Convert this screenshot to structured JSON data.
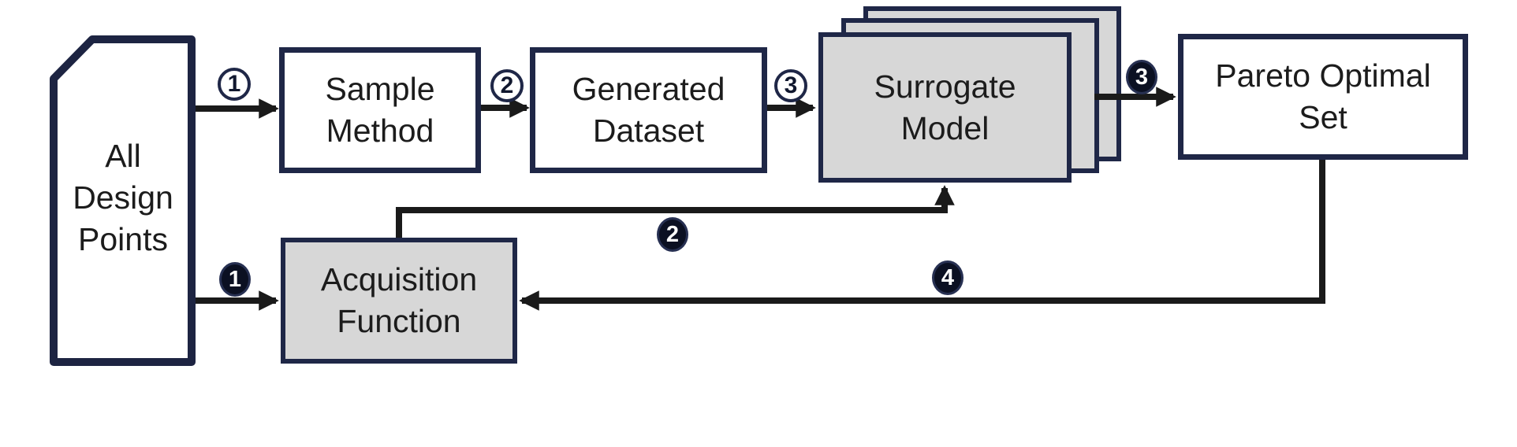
{
  "diagram": {
    "nodes": {
      "all_design_points": {
        "lines": [
          "All",
          "Design",
          "Points"
        ]
      },
      "sample_method": {
        "lines": [
          "Sample",
          "Method"
        ]
      },
      "generated_dataset": {
        "lines": [
          "Generated",
          "Dataset"
        ]
      },
      "surrogate_model": {
        "lines": [
          "Surrogate",
          "Model"
        ]
      },
      "pareto_optimal_set": {
        "lines": [
          "Pareto Optimal",
          "Set"
        ]
      },
      "acquisition_function": {
        "lines": [
          "Acquisition",
          "Function"
        ]
      }
    },
    "step_badges": {
      "circled": [
        {
          "label": "1"
        },
        {
          "label": "2"
        },
        {
          "label": "3"
        }
      ],
      "filled": [
        {
          "label": "1"
        },
        {
          "label": "2"
        },
        {
          "label": "3"
        },
        {
          "label": "4"
        }
      ]
    },
    "colors": {
      "border_navy": "#1f2747",
      "connector_black": "#1a1a1a",
      "node_fill_gray": "#d7d7d7",
      "node_fill_white": "#ffffff",
      "badge_filled_bg": "#0b1022",
      "text": "#1c1c1c",
      "background": "#ffffff"
    }
  }
}
